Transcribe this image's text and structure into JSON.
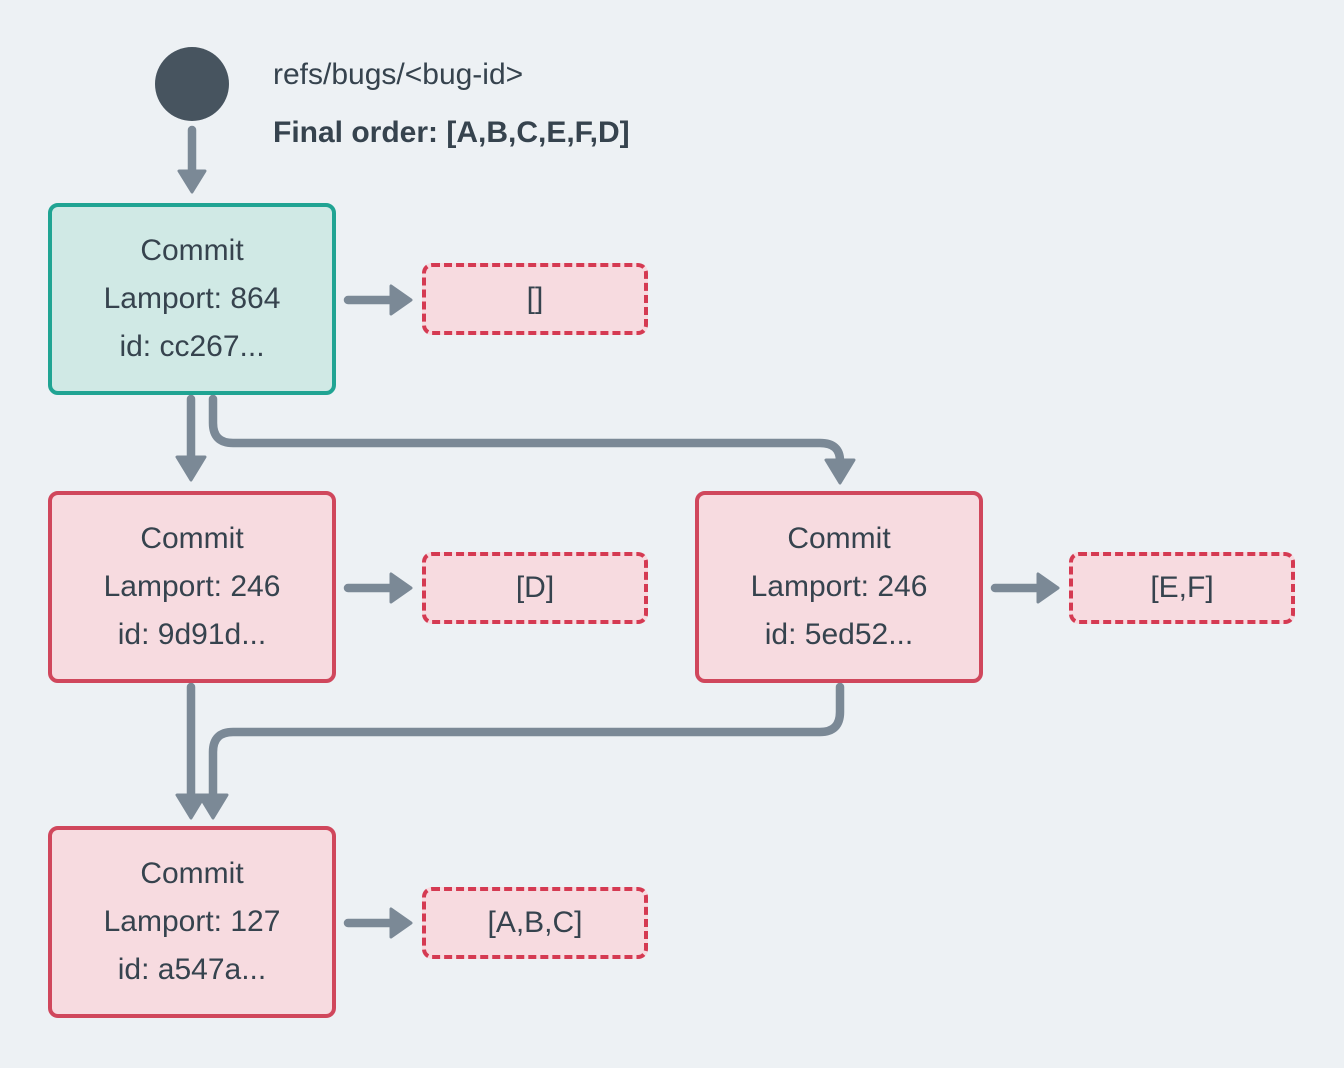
{
  "header": {
    "ref": "refs/bugs/<bug-id>",
    "final_order": "Final order: [A,B,C,E,F,D]"
  },
  "nodes": {
    "root": {
      "title": "Commit",
      "lamport": "Lamport: 864",
      "id": "id: cc267...",
      "payload": "[]"
    },
    "left": {
      "title": "Commit",
      "lamport": "Lamport: 246",
      "id": "id: 9d91d...",
      "payload": "[D]"
    },
    "right": {
      "title": "Commit",
      "lamport": "Lamport: 246",
      "id": "id: 5ed52...",
      "payload": "[E,F]"
    },
    "merge": {
      "title": "Commit",
      "lamport": "Lamport: 127",
      "id": "id: a547a...",
      "payload": "[A,B,C]"
    }
  },
  "colors": {
    "background": "#edf1f4",
    "text": "#36434e",
    "node_circle": "#47545f",
    "arrow": "#7b8996",
    "teal_border": "#20a493",
    "teal_fill": "#d0e9e5",
    "red_border": "#d0475c",
    "red_dashed_border": "#d53a52",
    "pink_fill": "#f7dbe0"
  }
}
